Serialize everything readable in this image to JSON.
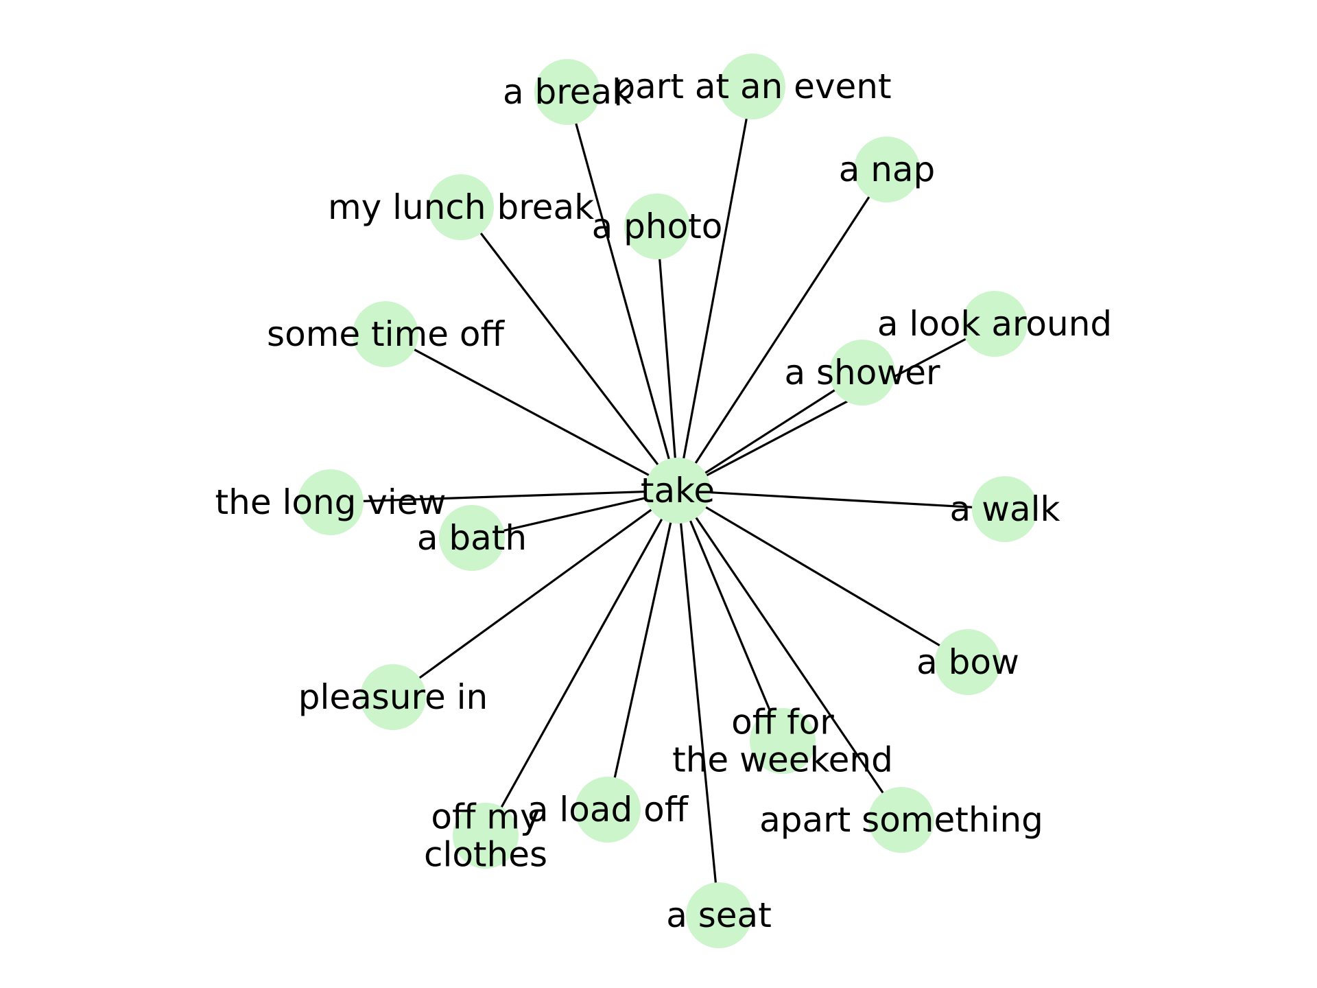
{
  "node_color": "#ccf5cc",
  "edge_color": "#000000",
  "center": {
    "label": "take"
  },
  "nodes": [
    {
      "id": "a_break",
      "label": "a break"
    },
    {
      "id": "part_at_an_event",
      "label": "part at an event"
    },
    {
      "id": "a_nap",
      "label": "a nap"
    },
    {
      "id": "my_lunch_break",
      "label": "my lunch break"
    },
    {
      "id": "a_photo",
      "label": "a photo"
    },
    {
      "id": "a_look_around",
      "label": "a look around"
    },
    {
      "id": "some_time_off",
      "label": "some time off"
    },
    {
      "id": "a_shower",
      "label": "a shower"
    },
    {
      "id": "the_long_view",
      "label": "the long view"
    },
    {
      "id": "a_walk",
      "label": "a walk"
    },
    {
      "id": "a_bath",
      "label": "a bath"
    },
    {
      "id": "a_bow",
      "label": "a bow"
    },
    {
      "id": "pleasure_in",
      "label": "pleasure in"
    },
    {
      "id": "off_for_the_weekend",
      "label": "off for\nthe weekend"
    },
    {
      "id": "apart_something",
      "label": "apart something"
    },
    {
      "id": "a_load_off",
      "label": "a load off"
    },
    {
      "id": "off_my_clothes",
      "label": "off my\nclothes"
    },
    {
      "id": "a_seat",
      "label": "a seat"
    }
  ]
}
